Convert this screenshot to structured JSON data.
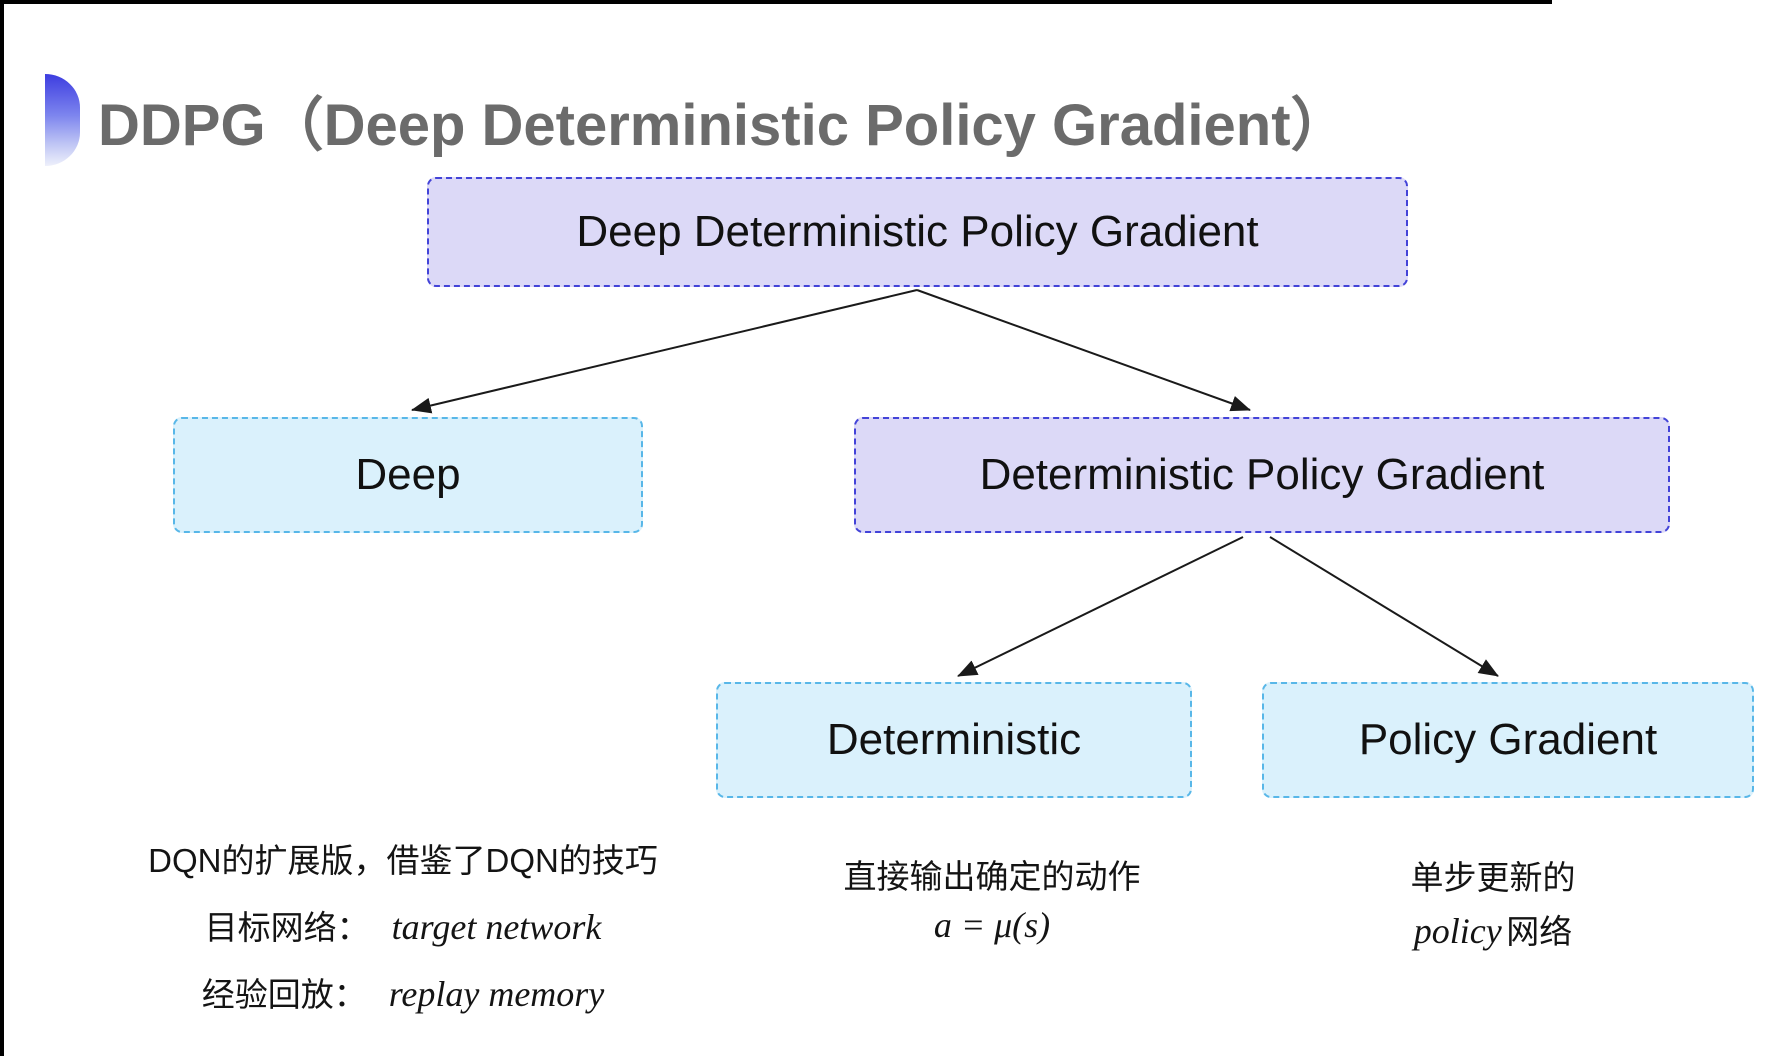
{
  "title": "DDPG（Deep Deterministic Policy Gradient）",
  "tree": {
    "root": {
      "label": "Deep Deterministic Policy Gradient"
    },
    "level1": [
      {
        "label": "Deep"
      },
      {
        "label": "Deterministic Policy Gradient"
      }
    ],
    "level2": [
      {
        "label": "Deterministic"
      },
      {
        "label": "Policy Gradient"
      }
    ]
  },
  "annotations": {
    "deep": {
      "line1": "DQN的扩展版，借鉴了DQN的技巧",
      "line2_zh": "目标网络：",
      "line2_en": "target network",
      "line3_zh": "经验回放：",
      "line3_en": "replay memory"
    },
    "deterministic": {
      "line1": "直接输出确定的动作",
      "formula": "a = μ(s)"
    },
    "policy_gradient": {
      "line1": "单步更新的",
      "line2_en": "policy",
      "line2_zh": "网络"
    }
  },
  "colors": {
    "purple-fill": "#dcd9f7",
    "purple-border": "#4343d8",
    "cyan-fill": "#daf1fc",
    "cyan-border": "#58b7e8",
    "arrow": "#1a1a1a",
    "title-gray": "#6b6b6b",
    "accent-top": "#3d3de0"
  }
}
